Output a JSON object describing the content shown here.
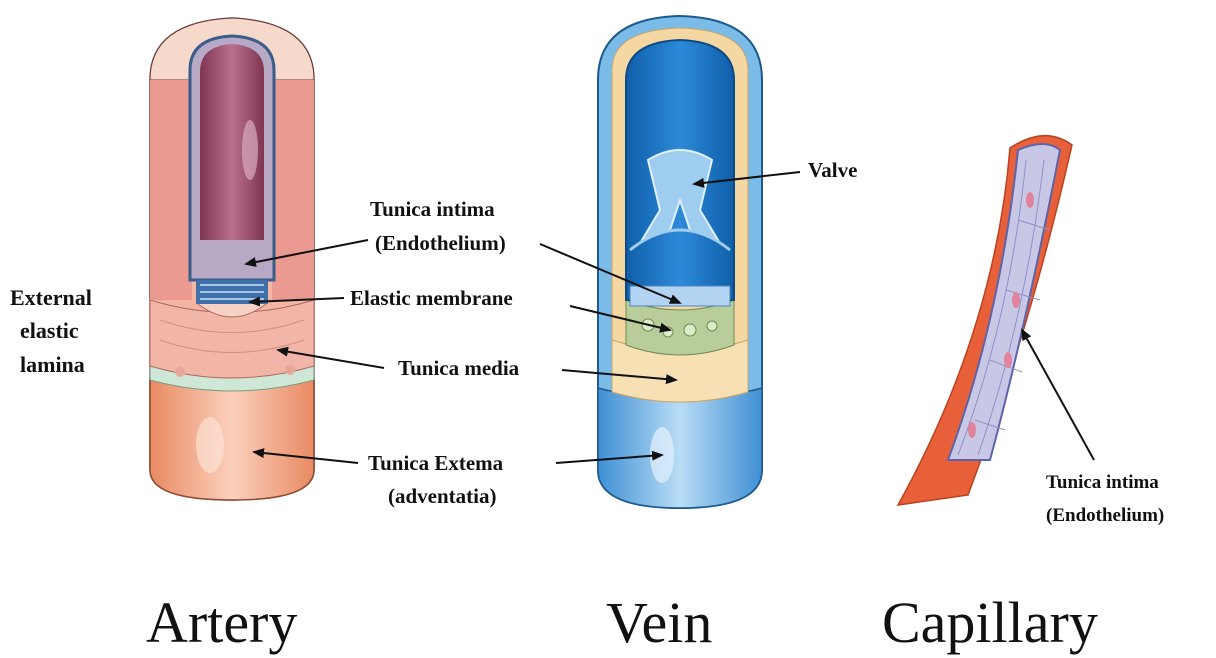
{
  "labels": {
    "external_elastic_lamina": [
      "External",
      "elastic",
      "lamina"
    ],
    "tunica_intima": [
      "Tunica intima",
      "(Endothelium)"
    ],
    "elastic_membrane": "Elastic membrane",
    "tunica_media": "Tunica media",
    "tunica_externa": [
      "Tunica Extema",
      "(adventatia)"
    ],
    "valve": "Valve",
    "capillary_tunica_intima": [
      "Tunica intima",
      "(Endothelium)"
    ]
  },
  "vessels": {
    "artery": "Artery",
    "vein": "Vein",
    "capillary": "Capillary"
  },
  "colors": {
    "artery_outer": "#f2a07c",
    "artery_media": "#f3c2b6",
    "artery_lumen": "#9c4e6a",
    "vein_outer": "#6fb2e3",
    "vein_media": "#f5d9a8",
    "vein_lumen": "#1f78c8",
    "capillary_wall": "#e8603a",
    "capillary_cells": "#c9c7e6"
  }
}
